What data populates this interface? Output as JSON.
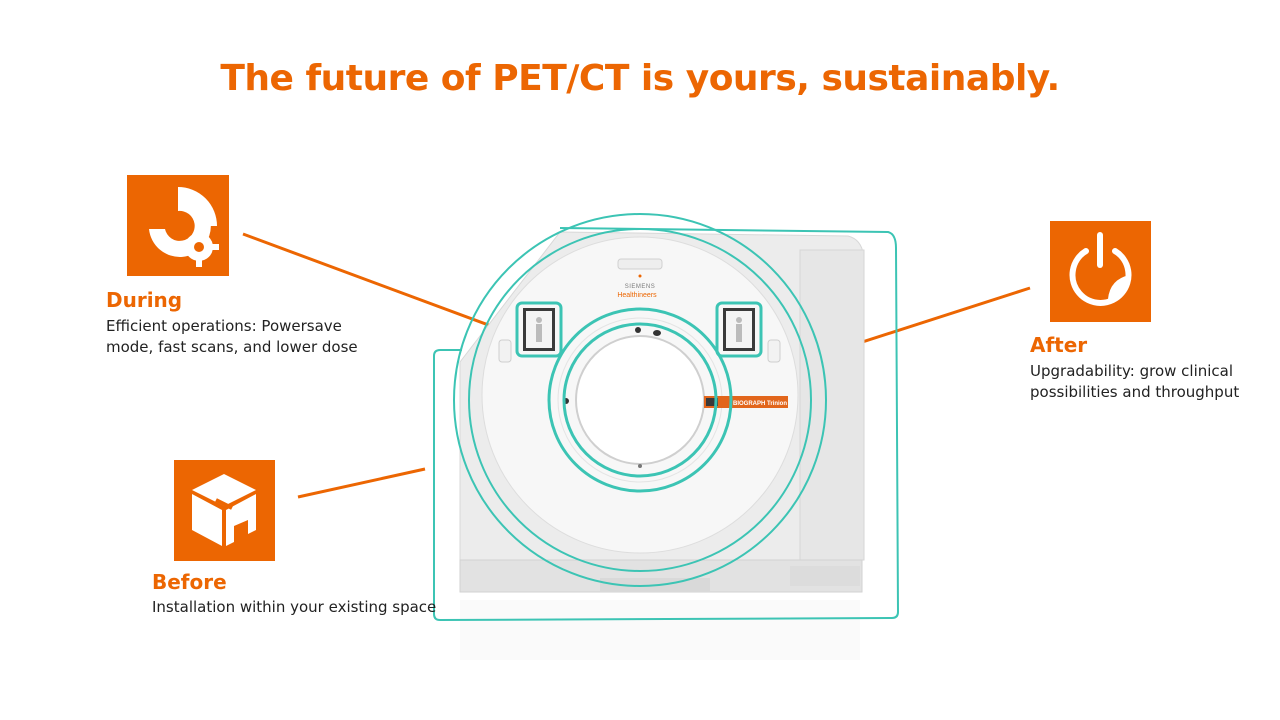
{
  "title": "The future of PET/CT is yours, sustainably.",
  "colors": {
    "accent": "#ec6602",
    "outline": "#3cc4b4",
    "text": "#222222"
  },
  "features": {
    "during": {
      "icon": "gauge-gear-icon",
      "label": "During",
      "description_line1": "Efficient operations: Powersave",
      "description_line2": "mode, fast scans, and lower dose"
    },
    "after": {
      "icon": "power-leaf-icon",
      "label": "After",
      "description_line1": "Upgradability: grow clinical",
      "description_line2": "possibilities and throughput"
    },
    "before": {
      "icon": "box-install-icon",
      "label": "Before",
      "description_line1": "Installation within your existing space"
    }
  },
  "scanner": {
    "brand_line1": "SIEMENS",
    "brand_line2": "Healthineers",
    "model_badge": "BIOGRAPH Trinion"
  }
}
